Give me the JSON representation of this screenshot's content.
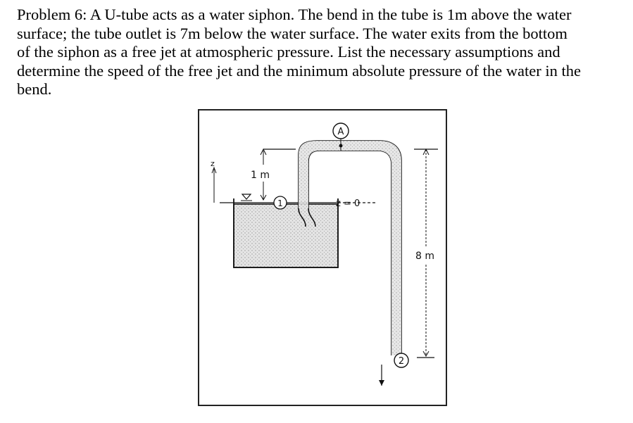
{
  "problem": {
    "line1": "Problem 6: A U-tube acts as a water siphon.  The bend in the tube is 1m above the water",
    "line2": "surface; the tube outlet is 7m below the water surface.  The water exits from the bottom",
    "line3": "of the siphon as a free jet at atmospheric pressure.  List the necessary assumptions and",
    "line4": "determine the speed of the free jet and the minimum absolute pressure of the water in the",
    "line5": "bend."
  },
  "figure": {
    "point_a_label": "A",
    "point_1_label": "1",
    "point_2_label": "2",
    "height_1m_label": "1 m",
    "height_8m_label": "8 m",
    "datum_label": "z = 0",
    "z_axis_label": "z",
    "colors": {
      "line": "#111111",
      "water_fill": "#d9d9d9",
      "frame": "#222222"
    }
  }
}
